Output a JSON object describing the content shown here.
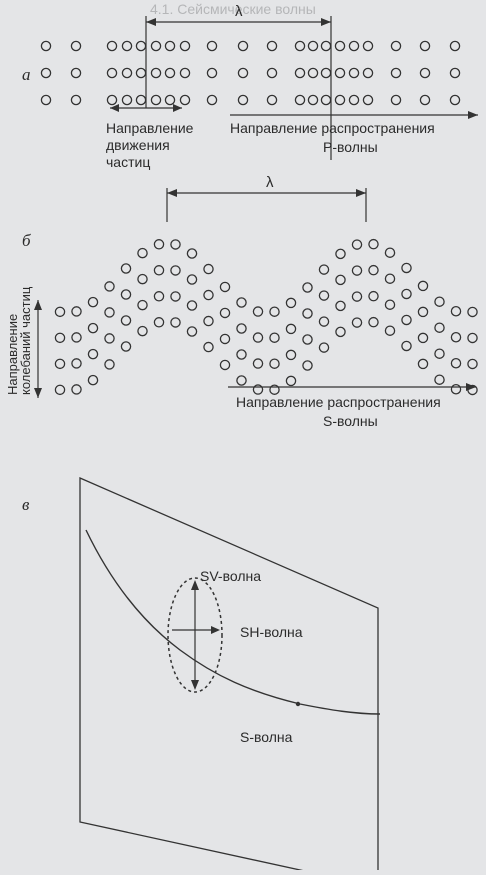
{
  "top_header_fragment": "4.1. Сейсмические волны",
  "panel_a": {
    "letter": "а",
    "lambda": "λ",
    "label_particle_dir": [
      "Направление",
      "движения",
      "частиц"
    ],
    "label_prop_dir": "Направление распространения",
    "label_wave": "P-волны"
  },
  "panel_b": {
    "letter": "б",
    "lambda": "λ",
    "label_vertical": [
      "Направление",
      "колебаний частиц"
    ],
    "label_prop_dir": "Направление распространения",
    "label_wave": "S-волны"
  },
  "panel_c": {
    "letter": "в",
    "label_sv": "SV-волна",
    "label_sh": "SH-волна",
    "label_s": "S-волна"
  }
}
